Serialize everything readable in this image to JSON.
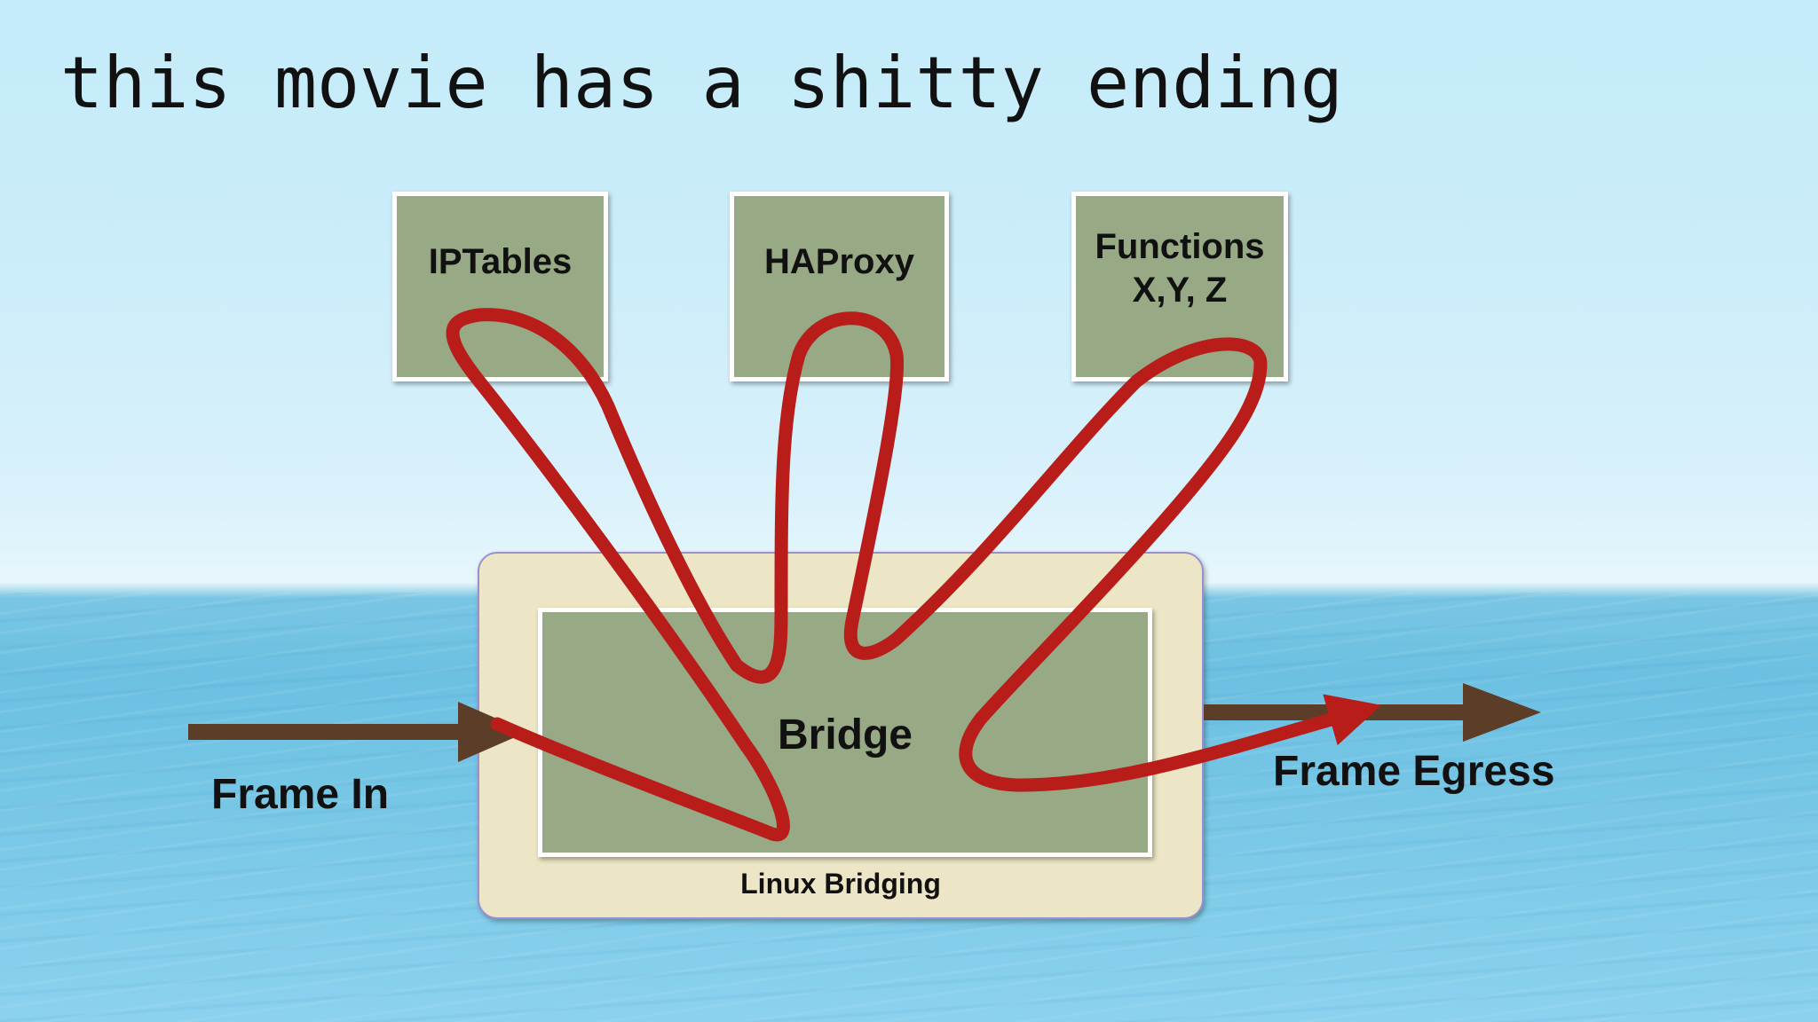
{
  "slide": {
    "title": "this movie has a shitty ending"
  },
  "diagram": {
    "boxes": {
      "iptables": "IPTables",
      "haproxy": "HAProxy",
      "functions": "Functions\nX,Y, Z",
      "bridge": "Bridge",
      "linux_bridging": "Linux Bridging"
    },
    "labels": {
      "frame_in": "Frame In",
      "frame_egress": "Frame Egress"
    },
    "colors": {
      "box_fill": "#97a985",
      "container_fill": "#ece6c6",
      "frame_arrow": "#5c3d27",
      "packet_path": "#b81d19"
    }
  }
}
